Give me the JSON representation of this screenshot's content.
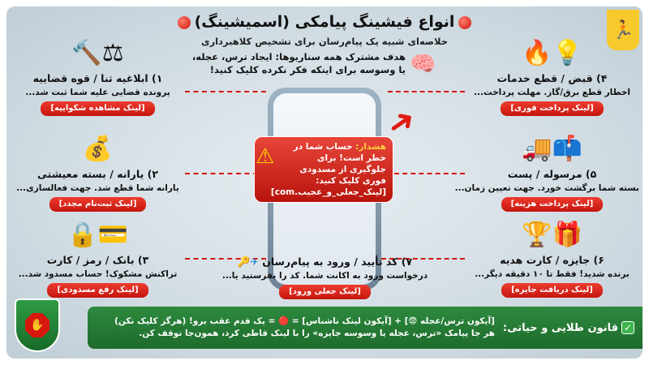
{
  "header": {
    "title": "انواع فیشینگ پیامکی (اسمیشینگ)",
    "subtitle": "خلاصه‌ای شبیه یک پیام‌رسان برای تشخیص کلاهبرداری",
    "goal_line1": "هدف مشترک همه سناریوها: ایجاد ترس، عجله،",
    "goal_line2": "یا وسوسه برای اینکه فکر نکرده کلیک کنید!"
  },
  "colors": {
    "accent_red": "#d8170f",
    "rule_green": "#1e6b2c",
    "logo_yellow": "#f6c92c"
  },
  "cards": [
    {
      "title": "۱) ابلاغیه ثنا / قوه قضاییه",
      "desc": "پرونده قضایی علیه شما ثبت شد...",
      "link": "[لینک مشاهده شکواییه]",
      "icons": "⚖🔨"
    },
    {
      "title": "۲) یارانه / بسته معیشتی",
      "desc": "یارانه شما قطع شد. جهت فعالسازی...",
      "link": "[لینک ثبت‌نام مجدد]",
      "icons": "💰"
    },
    {
      "title": "۳) بانک / رمز / کارت",
      "desc": "تراکنش مشکوک! حساب مسدود شد...",
      "link": "[لینک رفع مسدودی]",
      "icons": "💳🔒"
    },
    {
      "title": "۴) قبض / قطع خدمات",
      "desc": "اخطار قطع برق/گاز. مهلت پرداخت...",
      "link": "[لینک پرداخت فوری]",
      "icons": "💡🔥"
    },
    {
      "title": "۵) مرسوله / پست",
      "desc": "بسته شما برگشت خورد. جهت تعیین زمان...",
      "link": "[لینک پرداخت هزینه]",
      "icons": "📫🚚"
    },
    {
      "title": "۶) جایزه / کارت هدیه",
      "desc": "برنده شدید! فقط تا ۱۰ دقیقه دیگر...",
      "link": "[لینک دریافت جایزه]",
      "icons": "🎁🏆"
    },
    {
      "title": "۷) کد تأیید / ورود به پیام‌رسان",
      "desc": "درخواست ورود به اکانت شما. کد را بفرستید یا...",
      "link": "[لینک جعلی ورود]",
      "icons": "✈🔑"
    }
  ],
  "warning": {
    "label": "هشدار:",
    "text": "حساب شما در خطر است! برای جلوگیری از مسدودی فوری کلیک کنید:",
    "link": "[لینک_جعلی_و_عجیب.com]"
  },
  "rule": {
    "label": "قانون طلایی و حیاتی:",
    "line1": "[آیکون ترس/عجله 😨] + [آیکون لینک ناشناس] = 🔴 = یک قدم عقب برو! (هرگز کلیک نکن)",
    "line2": "هر جا پیامک «ترس، عجله یا وسوسه جایزه» را با لینک قاطی کرد، همون‌جا توقف کن."
  }
}
